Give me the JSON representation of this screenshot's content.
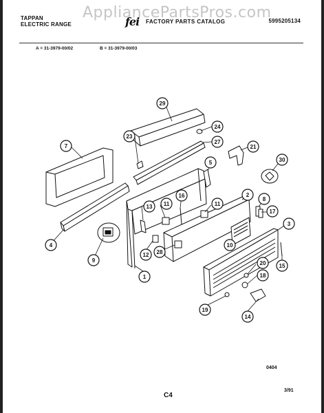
{
  "header": {
    "brand_line1": "TAPPAN",
    "brand_line2": "ELECTRIC RANGE",
    "catalog_logo": "fei",
    "catalog_title": "FACTORY PARTS CATALOG",
    "part_number": "5995205134",
    "watermark": "AppliancePartsPros.com"
  },
  "models": {
    "a": "A = 31-3979-00/02",
    "b": "B = 31-3979-00/03"
  },
  "footer": {
    "code": "0404",
    "date": "3/91",
    "page": "C4"
  },
  "callouts": [
    "29",
    "24",
    "23",
    "27",
    "7",
    "21",
    "5",
    "30",
    "13",
    "11",
    "16",
    "11",
    "2",
    "8",
    "17",
    "4",
    "9",
    "3",
    "12",
    "28",
    "10",
    "1",
    "15",
    "20",
    "18",
    "19",
    "14"
  ]
}
